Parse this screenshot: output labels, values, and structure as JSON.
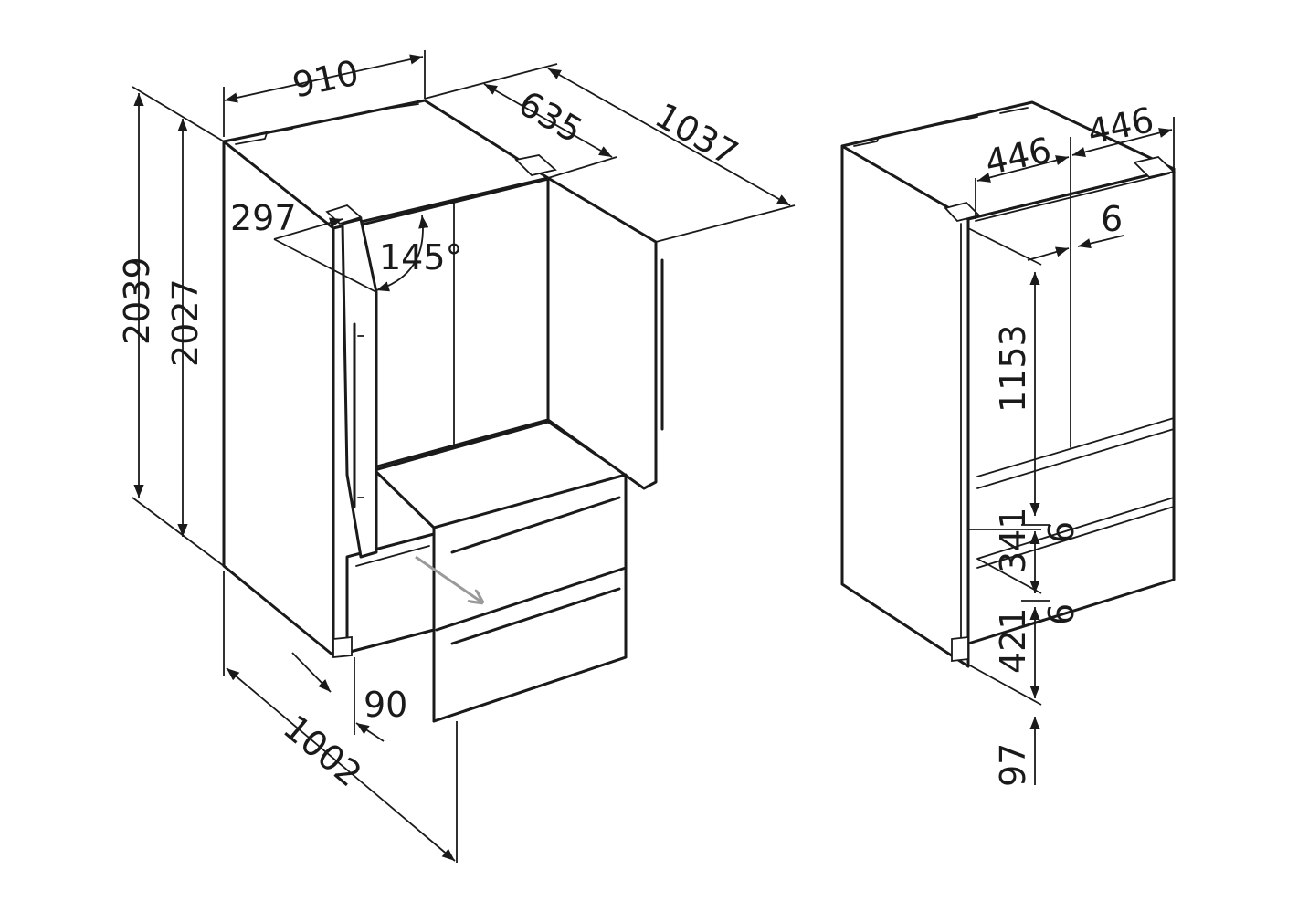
{
  "diagram": {
    "colors": {
      "line": "#1a1a1a",
      "arrow_grey": "#9a9a9a",
      "background": "#ffffff"
    },
    "left_view": {
      "dimensions": {
        "width": "910",
        "depth_body": "635",
        "depth_door_open": "1037",
        "height_total": "2039",
        "height_body": "2027",
        "door_offset": "297",
        "door_angle": "145°",
        "drawer_depth_open": "1002",
        "drawer_offset": "90"
      }
    },
    "right_view": {
      "dimensions": {
        "door_width_left": "446",
        "door_width_right": "446",
        "gap_top": "6",
        "upper_height": "1153",
        "gap_mid": "6",
        "middle_drawer": "341",
        "gap_low": "6",
        "lower_drawer": "421",
        "plinth": "97"
      }
    }
  }
}
